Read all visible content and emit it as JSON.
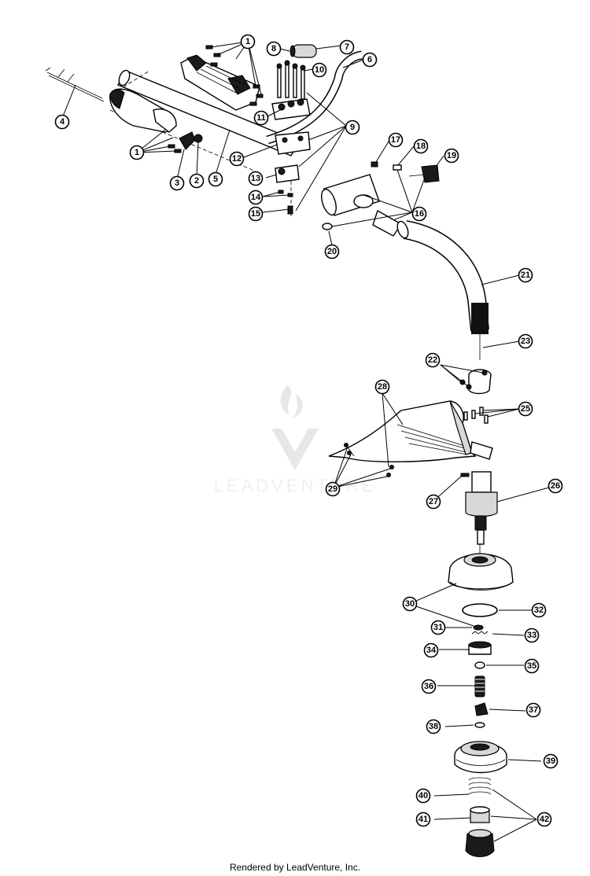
{
  "diagram": {
    "callouts": [
      {
        "id": "c1a",
        "label": "1"
      },
      {
        "id": "c1b",
        "label": "1"
      },
      {
        "id": "c2",
        "label": "2"
      },
      {
        "id": "c3",
        "label": "3"
      },
      {
        "id": "c4",
        "label": "4"
      },
      {
        "id": "c5",
        "label": "5"
      },
      {
        "id": "c6",
        "label": "6"
      },
      {
        "id": "c7",
        "label": "7"
      },
      {
        "id": "c8",
        "label": "8"
      },
      {
        "id": "c9",
        "label": "9"
      },
      {
        "id": "c10",
        "label": "10"
      },
      {
        "id": "c11",
        "label": "11"
      },
      {
        "id": "c12",
        "label": "12"
      },
      {
        "id": "c13",
        "label": "13"
      },
      {
        "id": "c14",
        "label": "14"
      },
      {
        "id": "c15",
        "label": "15"
      },
      {
        "id": "c16",
        "label": "16"
      },
      {
        "id": "c17",
        "label": "17"
      },
      {
        "id": "c18",
        "label": "18"
      },
      {
        "id": "c19",
        "label": "19"
      },
      {
        "id": "c20",
        "label": "20"
      },
      {
        "id": "c21",
        "label": "21"
      },
      {
        "id": "c22",
        "label": "22"
      },
      {
        "id": "c23",
        "label": "23"
      },
      {
        "id": "c25",
        "label": "25"
      },
      {
        "id": "c26",
        "label": "26"
      },
      {
        "id": "c27",
        "label": "27"
      },
      {
        "id": "c28",
        "label": "28"
      },
      {
        "id": "c29",
        "label": "29"
      },
      {
        "id": "c30",
        "label": "30"
      },
      {
        "id": "c31",
        "label": "31"
      },
      {
        "id": "c32",
        "label": "32"
      },
      {
        "id": "c33",
        "label": "33"
      },
      {
        "id": "c34",
        "label": "34"
      },
      {
        "id": "c35",
        "label": "35"
      },
      {
        "id": "c36",
        "label": "36"
      },
      {
        "id": "c37",
        "label": "37"
      },
      {
        "id": "c38",
        "label": "38"
      },
      {
        "id": "c39",
        "label": "39"
      },
      {
        "id": "c40",
        "label": "40"
      },
      {
        "id": "c41",
        "label": "41"
      },
      {
        "id": "c42",
        "label": "42"
      }
    ],
    "watermark": "LEADVENTURE",
    "footer": "Rendered by LeadVenture, Inc."
  }
}
